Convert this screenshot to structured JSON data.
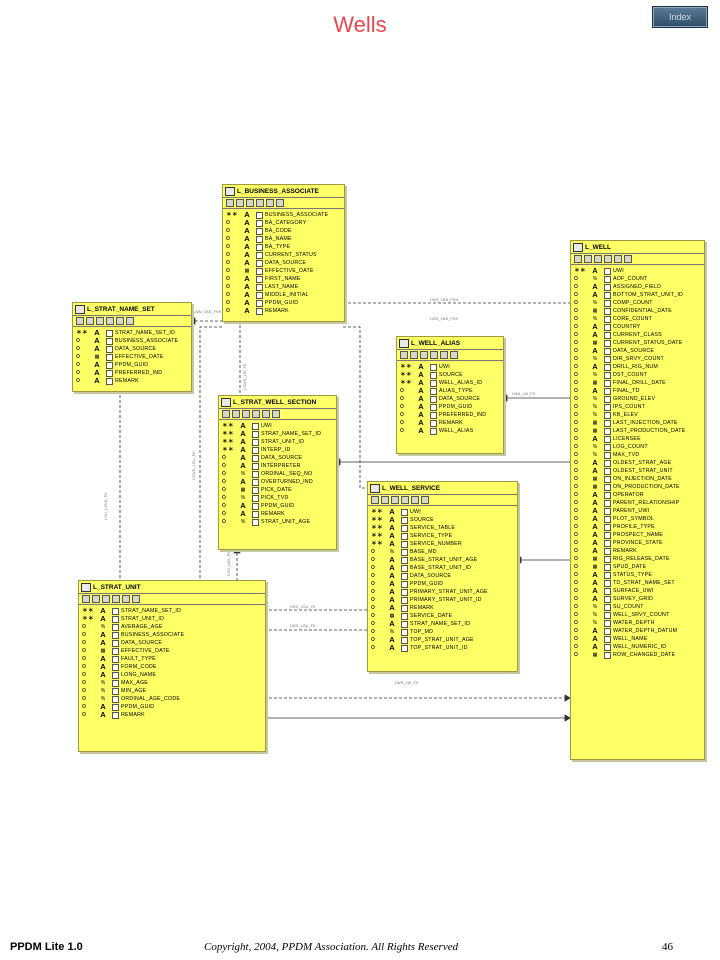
{
  "title": "Wells",
  "index_button": "Index",
  "footer": {
    "left": "PPDM Lite 1.0",
    "middle": "Copyright, 2004, PPDM Association. All Rights Reserved",
    "page": "46"
  },
  "tables": {
    "business_associate": {
      "name": "L_BUSINESS_ASSOCIATE",
      "rows": [
        {
          "k": "*",
          "t": "A",
          "n": "BUSINESS_ASSOCIATE"
        },
        {
          "k": "o",
          "t": "A",
          "n": "BA_CATEGORY"
        },
        {
          "k": "o",
          "t": "A",
          "n": "BA_CODE"
        },
        {
          "k": "o",
          "t": "A",
          "n": "BA_NAME"
        },
        {
          "k": "o",
          "t": "A",
          "n": "BA_TYPE"
        },
        {
          "k": "o",
          "t": "A",
          "n": "CURRENT_STATUS"
        },
        {
          "k": "o",
          "t": "A",
          "n": "DATA_SOURCE"
        },
        {
          "k": "o",
          "t": "date",
          "n": "EFFECTIVE_DATE"
        },
        {
          "k": "o",
          "t": "A",
          "n": "FIRST_NAME"
        },
        {
          "k": "o",
          "t": "A",
          "n": "LAST_NAME"
        },
        {
          "k": "o",
          "t": "A",
          "n": "MIDDLE_INITIAL"
        },
        {
          "k": "o",
          "t": "A",
          "n": "PPDM_GUID"
        },
        {
          "k": "o",
          "t": "A",
          "n": "REMARK"
        }
      ]
    },
    "strat_name_set": {
      "name": "L_STRAT_NAME_SET",
      "rows": [
        {
          "k": "*",
          "t": "A",
          "n": "STRAT_NAME_SET_ID"
        },
        {
          "k": "o",
          "t": "A",
          "n": "BUSINESS_ASSOCIATE"
        },
        {
          "k": "o",
          "t": "A",
          "n": "DATA_SOURCE"
        },
        {
          "k": "o",
          "t": "date",
          "n": "EFFECTIVE_DATE"
        },
        {
          "k": "o",
          "t": "A",
          "n": "PPDM_GUID"
        },
        {
          "k": "o",
          "t": "A",
          "n": "PREFERRED_IND"
        },
        {
          "k": "o",
          "t": "A",
          "n": "REMARK"
        }
      ]
    },
    "strat_well_section": {
      "name": "L_STRAT_WELL_SECTION",
      "rows": [
        {
          "k": "*",
          "t": "A",
          "n": "UWI"
        },
        {
          "k": "*",
          "t": "A",
          "n": "STRAT_NAME_SET_ID"
        },
        {
          "k": "*",
          "t": "A",
          "n": "STRAT_UNIT_ID"
        },
        {
          "k": "*",
          "t": "A",
          "n": "INTERP_ID"
        },
        {
          "k": "o",
          "t": "A",
          "n": "DATA_SOURCE"
        },
        {
          "k": "o",
          "t": "A",
          "n": "INTERPRETER"
        },
        {
          "k": "o",
          "t": "%",
          "n": "ORDINAL_SEQ_NO"
        },
        {
          "k": "o",
          "t": "A",
          "n": "OVERTURNED_IND"
        },
        {
          "k": "o",
          "t": "date",
          "n": "PICK_DATE"
        },
        {
          "k": "o",
          "t": "%",
          "n": "PICK_TVD"
        },
        {
          "k": "o",
          "t": "A",
          "n": "PPDM_GUID"
        },
        {
          "k": "o",
          "t": "A",
          "n": "REMARK"
        },
        {
          "k": "o",
          "t": "%",
          "n": "STRAT_UNIT_AGE"
        }
      ]
    },
    "well_alias": {
      "name": "L_WELL_ALIAS",
      "rows": [
        {
          "k": "*",
          "t": "A",
          "n": "UWI"
        },
        {
          "k": "*",
          "t": "A",
          "n": "SOURCE"
        },
        {
          "k": "*",
          "t": "A",
          "n": "WELL_ALIAS_ID"
        },
        {
          "k": "o",
          "t": "A",
          "n": "ALIAS_TYPE"
        },
        {
          "k": "o",
          "t": "A",
          "n": "DATA_SOURCE"
        },
        {
          "k": "o",
          "t": "A",
          "n": "PPDM_GUID"
        },
        {
          "k": "o",
          "t": "A",
          "n": "PREFERRED_IND"
        },
        {
          "k": "o",
          "t": "A",
          "n": "REMARK"
        },
        {
          "k": "o",
          "t": "A",
          "n": "WELL_ALIAS"
        }
      ]
    },
    "well_service": {
      "name": "L_WELL_SERVICE",
      "rows": [
        {
          "k": "*",
          "t": "A",
          "n": "UWI"
        },
        {
          "k": "*",
          "t": "A",
          "n": "SOURCE"
        },
        {
          "k": "*",
          "t": "A",
          "n": "SERVICE_TABLE"
        },
        {
          "k": "*",
          "t": "A",
          "n": "SERVICE_TYPE"
        },
        {
          "k": "*",
          "t": "A",
          "n": "SERVICE_NUMBER"
        },
        {
          "k": "o",
          "t": "%",
          "n": "BASE_MD"
        },
        {
          "k": "o",
          "t": "A",
          "n": "BASE_STRAT_UNIT_AGE"
        },
        {
          "k": "o",
          "t": "A",
          "n": "BASE_STRAT_UNIT_ID"
        },
        {
          "k": "o",
          "t": "A",
          "n": "DATA_SOURCE"
        },
        {
          "k": "o",
          "t": "A",
          "n": "PPDM_GUID"
        },
        {
          "k": "o",
          "t": "A",
          "n": "PRIMARY_STRAT_UNIT_AGE"
        },
        {
          "k": "o",
          "t": "A",
          "n": "PRIMARY_STRAT_UNIT_ID"
        },
        {
          "k": "o",
          "t": "A",
          "n": "REMARK"
        },
        {
          "k": "o",
          "t": "date",
          "n": "SERVICE_DATE"
        },
        {
          "k": "o",
          "t": "A",
          "n": "STRAT_NAME_SET_ID"
        },
        {
          "k": "o",
          "t": "%",
          "n": "TOP_MD"
        },
        {
          "k": "o",
          "t": "A",
          "n": "TOP_STRAT_UNIT_AGE"
        },
        {
          "k": "o",
          "t": "A",
          "n": "TOP_STRAT_UNIT_ID"
        }
      ]
    },
    "strat_unit": {
      "name": "L_STRAT_UNIT",
      "rows": [
        {
          "k": "*",
          "t": "A",
          "n": "STRAT_NAME_SET_ID"
        },
        {
          "k": "*",
          "t": "A",
          "n": "STRAT_UNIT_ID"
        },
        {
          "k": "o",
          "t": "%",
          "n": "AVERAGE_AGE"
        },
        {
          "k": "o",
          "t": "A",
          "n": "BUSINESS_ASSOCIATE"
        },
        {
          "k": "o",
          "t": "A",
          "n": "DATA_SOURCE"
        },
        {
          "k": "o",
          "t": "date",
          "n": "EFFECTIVE_DATE"
        },
        {
          "k": "o",
          "t": "A",
          "n": "FAULT_TYPE"
        },
        {
          "k": "o",
          "t": "A",
          "n": "FORM_CODE"
        },
        {
          "k": "o",
          "t": "A",
          "n": "LONG_NAME"
        },
        {
          "k": "o",
          "t": "%",
          "n": "MAX_AGE"
        },
        {
          "k": "o",
          "t": "%",
          "n": "MIN_AGE"
        },
        {
          "k": "o",
          "t": "%",
          "n": "ORDINAL_AGE_CODE"
        },
        {
          "k": "o",
          "t": "A",
          "n": "PPDM_GUID"
        },
        {
          "k": "o",
          "t": "A",
          "n": "REMARK"
        }
      ]
    },
    "well": {
      "name": "L_WELL",
      "rows": [
        {
          "k": "*",
          "t": "A",
          "n": "UWI"
        },
        {
          "k": "o",
          "t": "%",
          "n": "AOF_COUNT"
        },
        {
          "k": "o",
          "t": "A",
          "n": "ASSIGNED_FIELD"
        },
        {
          "k": "o",
          "t": "A",
          "n": "BOTTOM_STRAT_UNIT_ID"
        },
        {
          "k": "o",
          "t": "%",
          "n": "COMP_COUNT"
        },
        {
          "k": "o",
          "t": "date",
          "n": "CONFIDENTIAL_DATE"
        },
        {
          "k": "o",
          "t": "%",
          "n": "CORE_COUNT"
        },
        {
          "k": "o",
          "t": "A",
          "n": "COUNTRY"
        },
        {
          "k": "o",
          "t": "A",
          "n": "CURRENT_CLASS"
        },
        {
          "k": "o",
          "t": "date",
          "n": "CURRENT_STATUS_DATE"
        },
        {
          "k": "o",
          "t": "A",
          "n": "DATA_SOURCE"
        },
        {
          "k": "o",
          "t": "%",
          "n": "DIR_SRVY_COUNT"
        },
        {
          "k": "o",
          "t": "A",
          "n": "DRILL_RIG_NUM"
        },
        {
          "k": "o",
          "t": "%",
          "n": "DST_COUNT"
        },
        {
          "k": "o",
          "t": "date",
          "n": "FINAL_DRILL_DATE"
        },
        {
          "k": "o",
          "t": "A",
          "n": "FINAL_TD"
        },
        {
          "k": "o",
          "t": "%",
          "n": "GROUND_ELEV"
        },
        {
          "k": "o",
          "t": "%",
          "n": "IPS_COUNT"
        },
        {
          "k": "o",
          "t": "%",
          "n": "KB_ELEV"
        },
        {
          "k": "o",
          "t": "date",
          "n": "LAST_INJECTION_DATE"
        },
        {
          "k": "o",
          "t": "date",
          "n": "LAST_PRODUCTION_DATE"
        },
        {
          "k": "o",
          "t": "A",
          "n": "LICENSEE"
        },
        {
          "k": "o",
          "t": "%",
          "n": "LOG_COUNT"
        },
        {
          "k": "o",
          "t": "%",
          "n": "MAX_TVD"
        },
        {
          "k": "o",
          "t": "A",
          "n": "OLDEST_STRAT_AGE"
        },
        {
          "k": "o",
          "t": "A",
          "n": "OLDEST_STRAT_UNIT"
        },
        {
          "k": "o",
          "t": "date",
          "n": "ON_INJECTION_DATE"
        },
        {
          "k": "o",
          "t": "date",
          "n": "ON_PRODUCTION_DATE"
        },
        {
          "k": "o",
          "t": "A",
          "n": "OPERATOR"
        },
        {
          "k": "o",
          "t": "A",
          "n": "PARENT_RELATIONSHIP"
        },
        {
          "k": "o",
          "t": "A",
          "n": "PARENT_UWI"
        },
        {
          "k": "o",
          "t": "A",
          "n": "PLOT_SYMBOL"
        },
        {
          "k": "o",
          "t": "A",
          "n": "PROFILE_TYPE"
        },
        {
          "k": "o",
          "t": "A",
          "n": "PROSPECT_NAME"
        },
        {
          "k": "o",
          "t": "A",
          "n": "PROVINCE_STATE"
        },
        {
          "k": "o",
          "t": "A",
          "n": "REMARK"
        },
        {
          "k": "o",
          "t": "date",
          "n": "RIG_RELEASE_DATE"
        },
        {
          "k": "o",
          "t": "date",
          "n": "SPUD_DATE"
        },
        {
          "k": "o",
          "t": "A",
          "n": "STATUS_TYPE"
        },
        {
          "k": "o",
          "t": "A",
          "n": "TD_STRAT_NAME_SET"
        },
        {
          "k": "o",
          "t": "A",
          "n": "SURFACE_UWI"
        },
        {
          "k": "o",
          "t": "A",
          "n": "SURVEY_GRID"
        },
        {
          "k": "o",
          "t": "%",
          "n": "SU_COUNT"
        },
        {
          "k": "o",
          "t": "%",
          "n": "WELL_SRVY_COUNT"
        },
        {
          "k": "o",
          "t": "%",
          "n": "WATER_DEPTH"
        },
        {
          "k": "o",
          "t": "A",
          "n": "WATER_DEPTH_DATUM"
        },
        {
          "k": "o",
          "t": "A",
          "n": "WELL_NAME"
        },
        {
          "k": "o",
          "t": "A",
          "n": "WELL_NUMERIC_ID"
        },
        {
          "k": "o",
          "t": "date",
          "n": "ROW_CHANGED_DATE"
        }
      ]
    }
  },
  "rel_labels": {
    "a": "LWS_LBS_FKK",
    "b": "LWS_LBS_FKK",
    "c": "LWN_LBS_FKK",
    "d": "LSNS_LBS_FK",
    "e": "LSWS_LW_FK",
    "f": "LSWS_LSU_FK",
    "g": "LSU_LSNS_FK",
    "h": "LSU_LBS_FK",
    "i": "LWS_LSU_FK",
    "j": "LWS_LSU_FK",
    "k": "LWS_LW_FK",
    "l": "LWA_LW_FK"
  }
}
